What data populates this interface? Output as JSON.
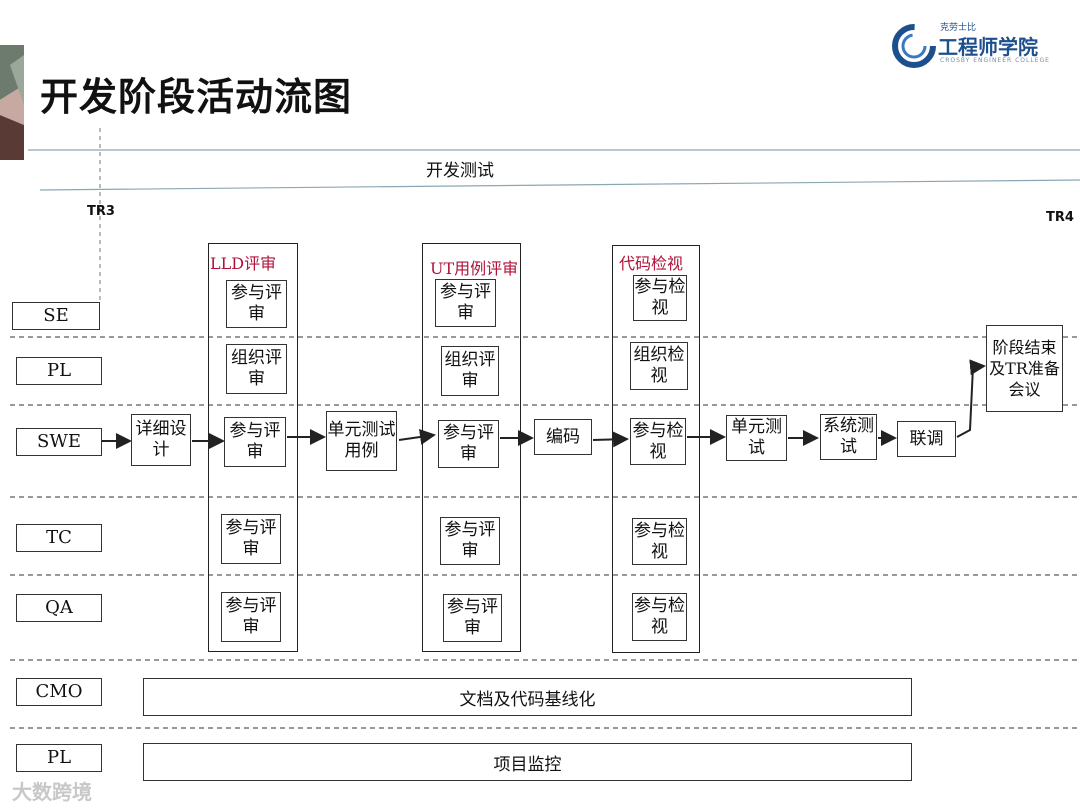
{
  "title": "开发阶段活动流图",
  "logo": {
    "small": "克劳士比",
    "main": "工程师学院",
    "sub": "CROSBY ENGINEER COLLEGE"
  },
  "phase_label": "开发测试",
  "tr_left": "TR3",
  "tr_right": "TR4",
  "roles": [
    "SE",
    "PL",
    "SWE",
    "TC",
    "QA",
    "CMO",
    "PL"
  ],
  "columns": {
    "lld": {
      "title": "LLD评审",
      "se": "参与评审",
      "pl": "组织评审",
      "swe": "参与评审",
      "tc": "参与评审",
      "qa": "参与评审"
    },
    "ut": {
      "title": "UT用例评审",
      "se": "参与评审",
      "pl": "组织评审",
      "swe": "参与评审",
      "tc": "参与评审",
      "qa": "参与评审"
    },
    "code": {
      "title": "代码检视",
      "se": "参与检视",
      "pl": "组织检视",
      "swe": "参与检视",
      "tc": "参与检视",
      "qa": "参与检视"
    }
  },
  "flow": {
    "detail_design": "详细设计",
    "unit_test_case": "单元测试用例",
    "coding": "编码",
    "unit_test": "单元测试",
    "system_test": "系统测试",
    "integration": "联调",
    "phase_end": "阶段结束及TR准备会议"
  },
  "baseline": "文档及代码基线化",
  "monitor": "项目监控",
  "watermark": "大数跨境"
}
